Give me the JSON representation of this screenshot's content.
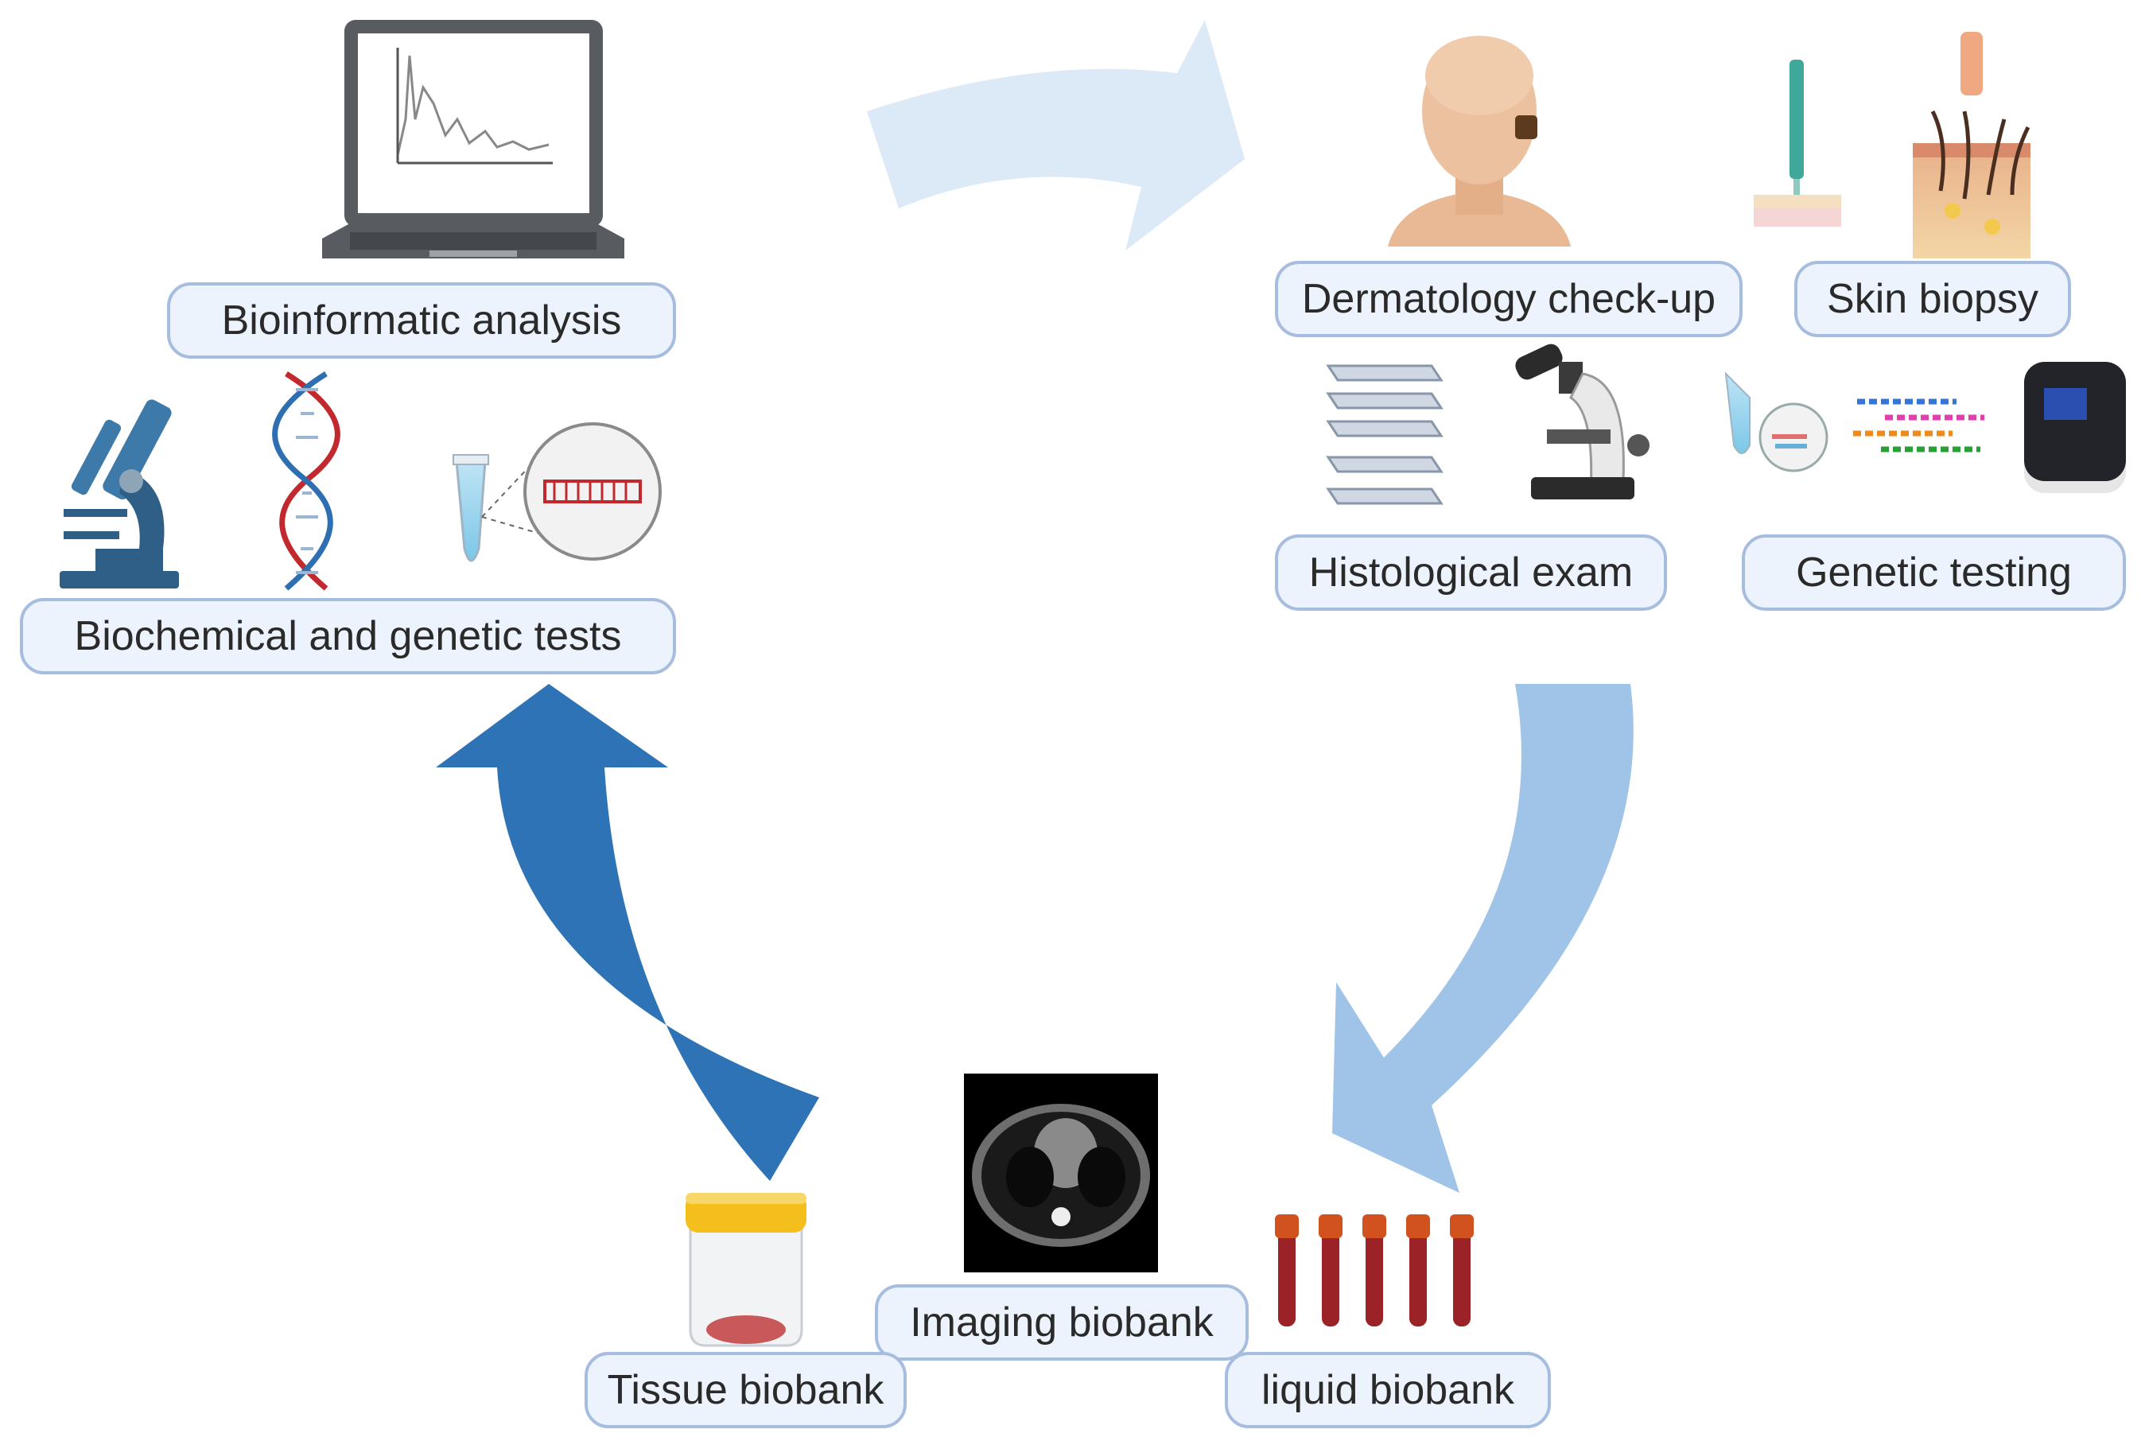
{
  "labels": {
    "bioinformatic": "Bioinformatic analysis",
    "biochemical": "Biochemical and genetic tests",
    "dermatology": "Dermatology check-up",
    "skin_biopsy": "Skin biopsy",
    "histological": "Histological exam",
    "genetic_testing": "Genetic testing",
    "imaging_biobank": "Imaging biobank",
    "tissue_biobank": "Tissue biobank",
    "liquid_biobank": "liquid biobank"
  },
  "colors": {
    "arrow_top": "#dce9f7",
    "arrow_right": "#a0c3e8",
    "arrow_left": "#2e73b5",
    "label_fill": "#edf3fc",
    "label_border": "#a7bde0",
    "blood": "#9b2226",
    "cap": "#d2521f"
  },
  "icons": [
    "laptop-chart-icon",
    "microscope-icon",
    "dna-helix-icon",
    "tube-magnifier-icon",
    "patient-head-icon",
    "biopsy-punch-icon",
    "skin-layers-icon",
    "slide-stack-icon",
    "lab-microscope-icon",
    "tube-loupe-icon",
    "sequence-reads-icon",
    "sequencer-icon",
    "specimen-jar-icon",
    "ct-scan-icon",
    "blood-tubes-icon"
  ]
}
